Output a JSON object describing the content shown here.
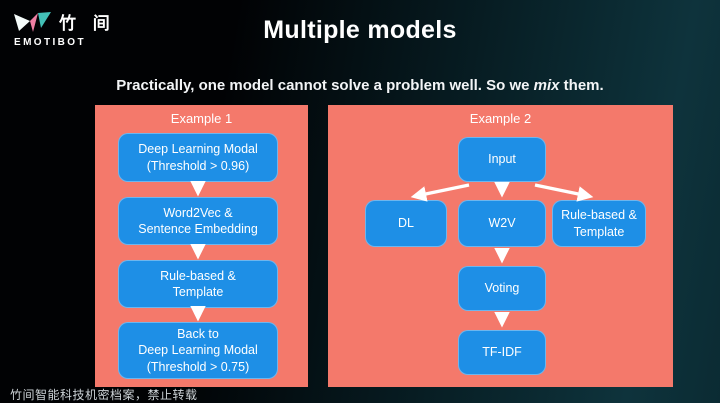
{
  "brand": {
    "logo_cjk": "竹 间",
    "logo_name": "EMOTIBOT"
  },
  "header": {
    "title": "Multiple models"
  },
  "subtitle": {
    "prefix": "Practically, one model cannot solve a problem well. So we ",
    "emphasis": "mix",
    "suffix": " them."
  },
  "example1": {
    "title": "Example 1",
    "boxes": [
      {
        "label": "Deep Learning Modal\n(Threshold > 0.96)"
      },
      {
        "label": "Word2Vec &\nSentence Embedding"
      },
      {
        "label": "Rule-based &\nTemplate"
      },
      {
        "label": "Back to\nDeep Learning Modal\n(Threshold > 0.75)"
      }
    ]
  },
  "example2": {
    "title": "Example 2",
    "nodes": {
      "input": "Input",
      "dl": "DL",
      "w2v": "W2V",
      "rule": "Rule-based &\nTemplate",
      "voting": "Voting",
      "tfidf": "TF-IDF"
    }
  },
  "footer": {
    "notice": "竹间智能科技机密档案，禁止转载"
  },
  "colors": {
    "panel": "#F4796B",
    "box": "#1E8FE6",
    "arrow": "#FFFFFF",
    "background_teal": "#0E333C",
    "logo_pink": "#EF7FA3",
    "logo_teal": "#43C0B7"
  }
}
